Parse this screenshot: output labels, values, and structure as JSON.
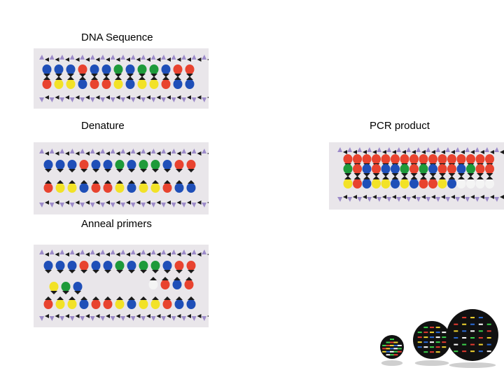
{
  "slide": {
    "labels": {
      "dna_sequence": "DNA Sequence",
      "denature": "Denature",
      "anneal": "Anneal primers",
      "pcr_product": "PCR product"
    }
  },
  "colors": {
    "red": "#e8432f",
    "blue": "#1f4fb8",
    "green": "#1e9a3a",
    "yellow": "#f2e227",
    "black": "#1a1a1a",
    "purple": "#9c8bc9",
    "white": "#f4f4f4"
  },
  "strands": {
    "top": [
      "blue",
      "blue",
      "blue",
      "red",
      "blue",
      "blue",
      "green",
      "blue",
      "green",
      "green",
      "blue",
      "red",
      "red"
    ],
    "bottom": [
      "red",
      "yellow",
      "yellow",
      "blue",
      "red",
      "red",
      "yellow",
      "blue",
      "yellow",
      "yellow",
      "red",
      "blue",
      "blue"
    ],
    "primer_top": [
      "white",
      "red",
      "blue",
      "red"
    ],
    "primer_bottom": [
      "yellow",
      "green",
      "blue"
    ],
    "pcr_top": [
      "red",
      "red",
      "red",
      "red",
      "red",
      "red",
      "red",
      "red",
      "red",
      "red",
      "red",
      "red",
      "red",
      "red",
      "red",
      "red"
    ],
    "pcr_mid": [
      "green",
      "red",
      "blue",
      "red",
      "blue",
      "blue",
      "green",
      "red",
      "green",
      "blue",
      "red",
      "red",
      "blue",
      "green",
      "red",
      "red"
    ],
    "pcr_bottom": [
      "yellow",
      "red",
      "blue",
      "yellow",
      "yellow",
      "blue",
      "yellow",
      "blue",
      "red",
      "red",
      "yellow",
      "blue",
      "white",
      "white",
      "white",
      "white"
    ]
  }
}
